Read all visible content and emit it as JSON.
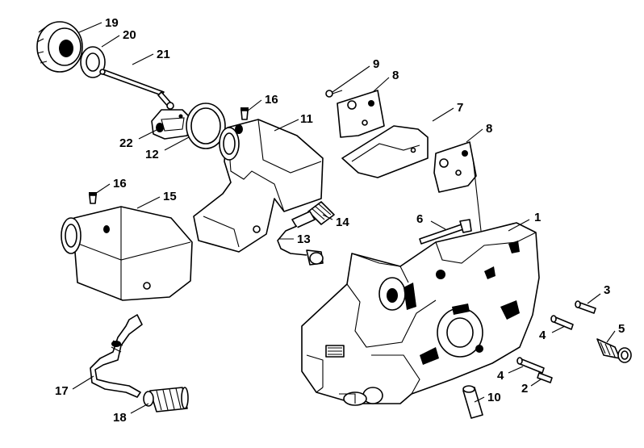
{
  "callouts": {
    "c1": "1",
    "c2": "2",
    "c3": "3",
    "c4a": "4",
    "c4b": "4",
    "c5": "5",
    "c6": "6",
    "c7": "7",
    "c8a": "8",
    "c8b": "8",
    "c9": "9",
    "c10": "10",
    "c11": "11",
    "c12": "12",
    "c13": "13",
    "c14": "14",
    "c15": "15",
    "c16a": "16",
    "c16b": "16",
    "c17": "17",
    "c18": "18",
    "c19": "19",
    "c20": "20",
    "c21": "21",
    "c22": "22"
  }
}
